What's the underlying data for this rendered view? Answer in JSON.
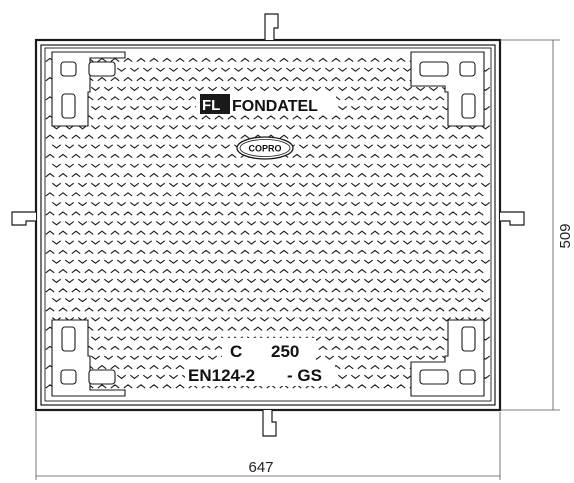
{
  "brand": {
    "logo": "FL",
    "name": "FONDATEL"
  },
  "badge": "COPRO",
  "marking": {
    "class_letter": "C",
    "load": "250",
    "standard": "EN124-2",
    "material": "- GS"
  },
  "dimensions": {
    "width": "647",
    "height": "509"
  },
  "colors": {
    "line": "#1a1a1a",
    "background": "#ffffff"
  }
}
